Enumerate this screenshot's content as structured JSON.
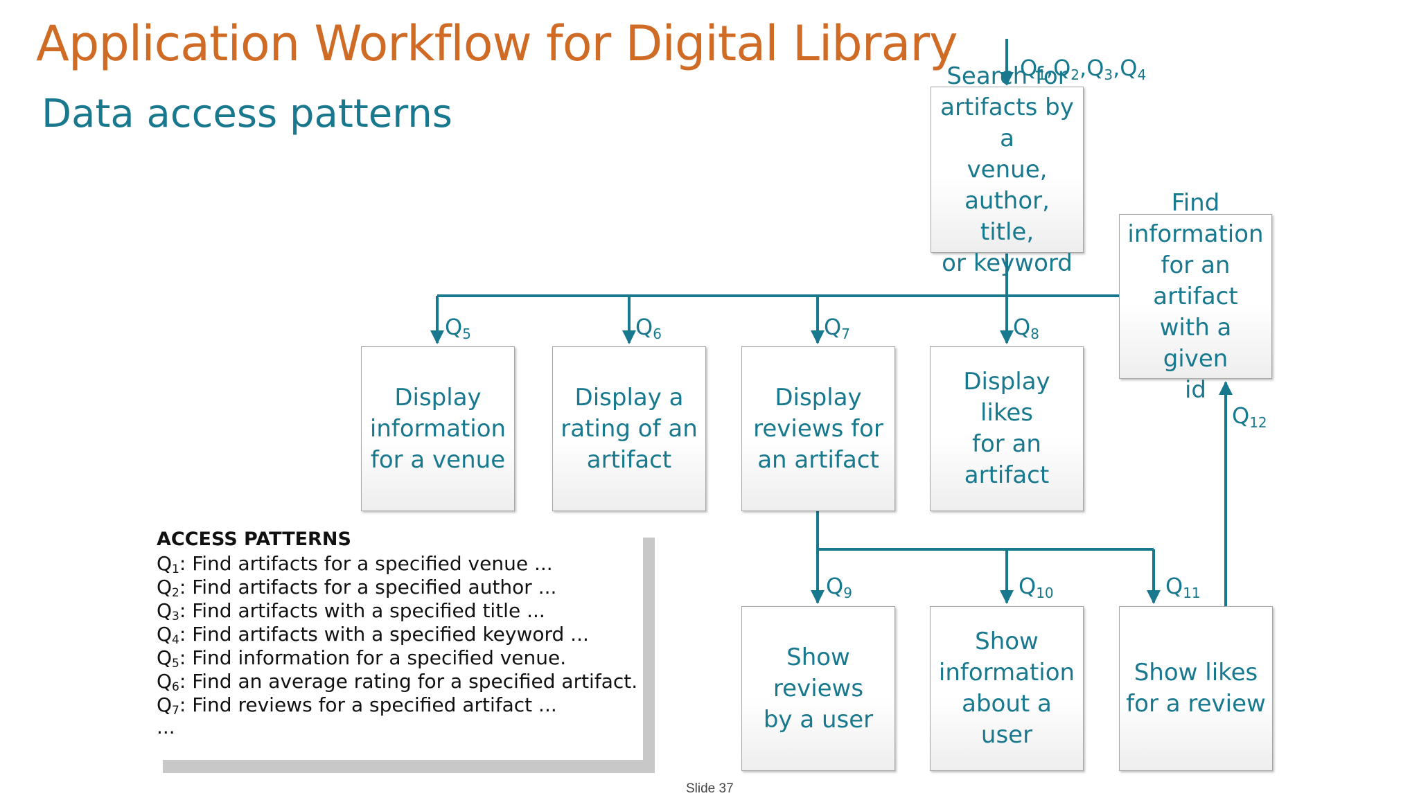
{
  "slide": {
    "title": "Application Workflow for Digital Library",
    "subtitle": "Data access patterns",
    "number": "Slide 37"
  },
  "colors": {
    "title": "#cf6b24",
    "accent": "#17788e",
    "box_border": "#a6a6a6",
    "shadow": "#c8c8c8"
  },
  "nodes": {
    "search": [
      "Search for",
      "artifacts by a",
      "venue,",
      "author, title,",
      "or keyword"
    ],
    "find_artifact": [
      "Find",
      "information",
      "for an artifact",
      "with a given",
      "id"
    ],
    "venue": [
      "Display",
      "information",
      "for a venue"
    ],
    "rating": [
      "Display a",
      "rating of an",
      "artifact"
    ],
    "reviews": [
      "Display",
      "reviews for",
      "an artifact"
    ],
    "likes": [
      "Display likes",
      "for an artifact"
    ],
    "user_reviews": [
      "Show reviews",
      "by a user"
    ],
    "user_info": [
      "Show",
      "information",
      "about a user"
    ],
    "review_likes": [
      "Show likes",
      "for a review"
    ]
  },
  "edge_labels": {
    "entry": {
      "prefix": "Q",
      "parts": [
        [
          "1",
          ",Q"
        ],
        [
          "2",
          ",Q"
        ],
        [
          "3",
          ",Q"
        ],
        [
          "4",
          ""
        ]
      ]
    },
    "q5": {
      "base": "Q",
      "sub": "5"
    },
    "q6": {
      "base": "Q",
      "sub": "6"
    },
    "q7": {
      "base": "Q",
      "sub": "7"
    },
    "q8": {
      "base": "Q",
      "sub": "8"
    },
    "q9": {
      "base": "Q",
      "sub": "9"
    },
    "q10": {
      "base": "Q",
      "sub": "10"
    },
    "q11": {
      "base": "Q",
      "sub": "11"
    },
    "q12": {
      "base": "Q",
      "sub": "12"
    }
  },
  "access_patterns": {
    "heading": "ACCESS PATTERNS",
    "items": [
      {
        "q": "Q",
        "sub": "1",
        "text": ": Find artifacts for a specified venue ..."
      },
      {
        "q": "Q",
        "sub": "2",
        "text": ": Find artifacts for a specified author ..."
      },
      {
        "q": "Q",
        "sub": "3",
        "text": ": Find artifacts with a specified title ..."
      },
      {
        "q": "Q",
        "sub": "4",
        "text": ": Find artifacts with a specified keyword ..."
      },
      {
        "q": "Q",
        "sub": "5",
        "text": ": Find information for a specified venue."
      },
      {
        "q": "Q",
        "sub": "6",
        "text": ": Find an average rating for a specified artifact."
      },
      {
        "q": "Q",
        "sub": "7",
        "text": ": Find reviews for a specified artifact ..."
      }
    ],
    "more": "..."
  }
}
